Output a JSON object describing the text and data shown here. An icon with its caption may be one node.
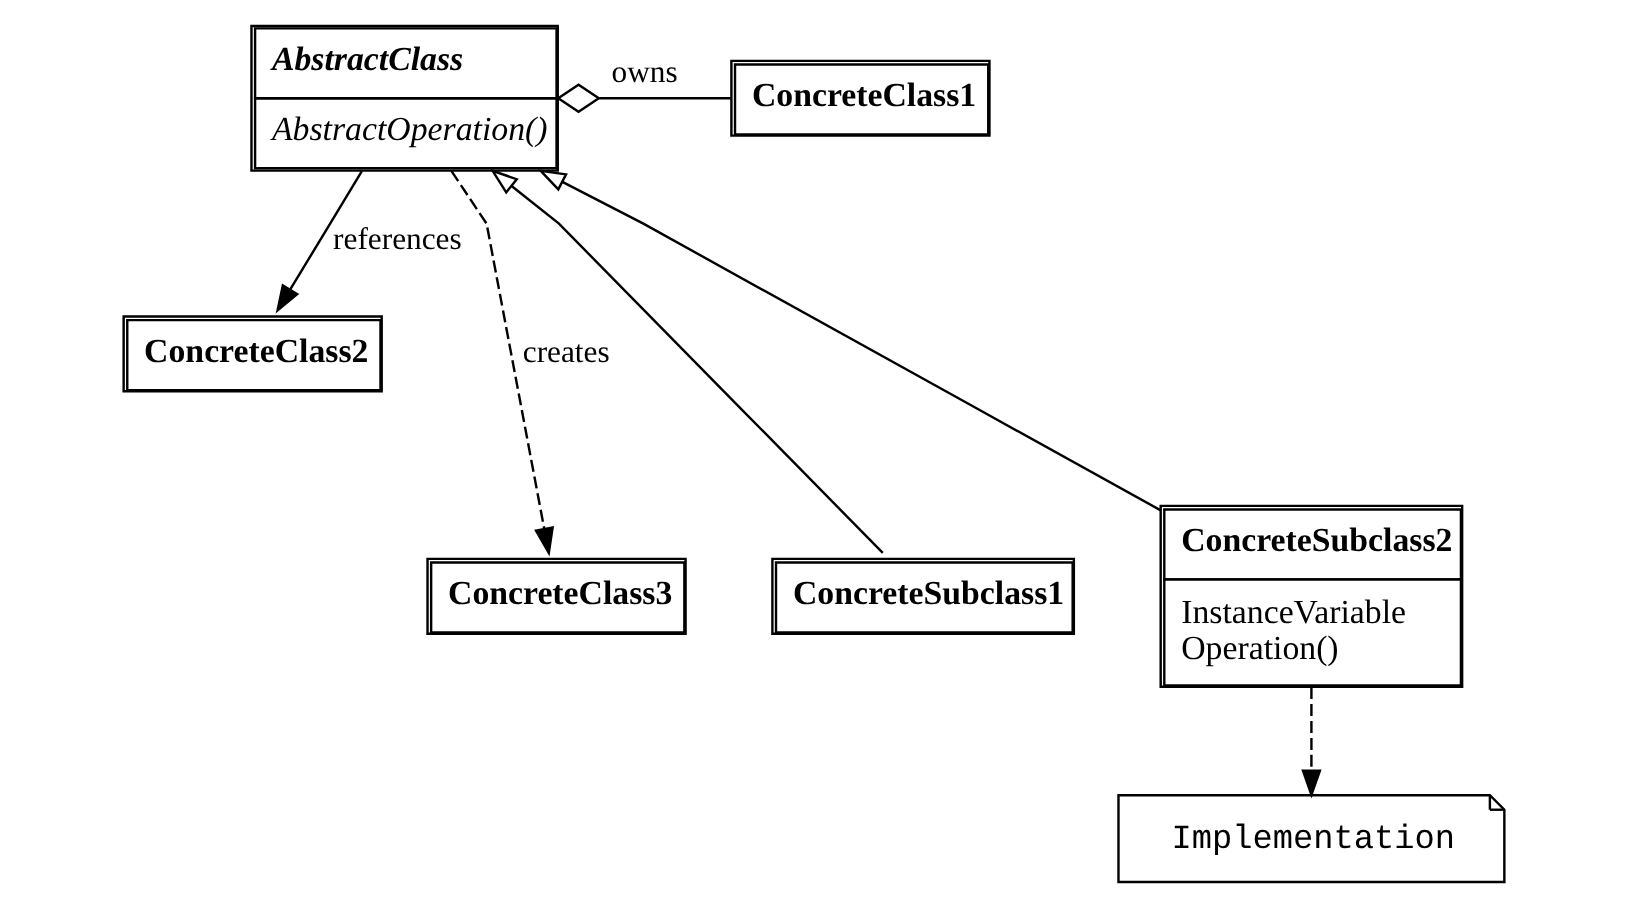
{
  "diagram": {
    "nodes": [
      {
        "text": [
          "AbstractClass",
          "AbstractOperation()"
        ]
      },
      {
        "text": [
          "ConcreteClass1"
        ]
      },
      {
        "text": [
          "ConcreteClass2"
        ]
      },
      {
        "text": [
          "ConcreteClass3"
        ]
      },
      {
        "text": [
          "ConcreteSubclass1"
        ]
      },
      {
        "text": [
          "ConcreteSubclass2",
          "InstanceVariable",
          "Operation()"
        ]
      },
      {
        "text": [
          "Implementation"
        ]
      }
    ],
    "edges": [
      {
        "from": 0,
        "to": 1,
        "arrow": "other",
        "label": "owns"
      },
      {
        "from": 0,
        "to": 2,
        "arrow": "to",
        "label": "references"
      },
      {
        "from": 0,
        "to": 3,
        "arrow": "to",
        "label": "creates",
        "style": "dashed"
      },
      {
        "from": 4,
        "to": 0,
        "arrow": "to"
      },
      {
        "from": 5,
        "to": 0,
        "arrow": "to"
      },
      {
        "from": 5,
        "to": 6,
        "arrow": "to",
        "style": "dashed"
      }
    ]
  }
}
